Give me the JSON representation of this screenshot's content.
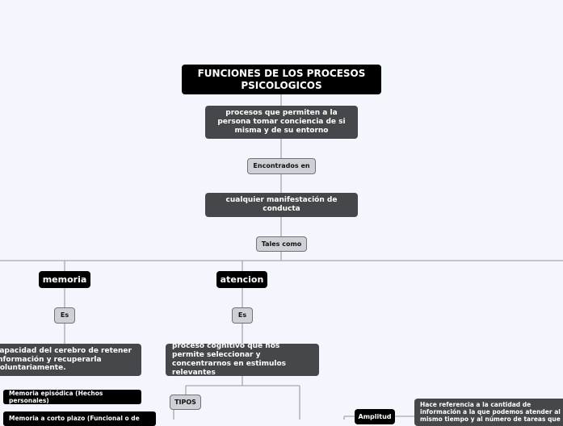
{
  "root": {
    "title": "FUNCIONES DE LOS PROCESOS PSICOLOGICOS"
  },
  "definition": "procesos que permiten a la persona tomar conciencia de si misma y de su entorno",
  "connector_found": "Encontrados en",
  "manifestation": "cualquier manifestación  de conducta",
  "connector_such": "Tales como",
  "memoria": {
    "label": "memoria",
    "connector": "Es",
    "definition": "capacidad del cerebro de retener información y recuperarla voluntariamente.",
    "types": [
      "Memoria episódica (Hechos personales)",
      "Memoria a corto plazo (Funcional o de"
    ]
  },
  "atencion": {
    "label": "atencion",
    "connector": "Es",
    "definition": "proceso cognitivo que nos permite seleccionar y concentrarnos en estimulos relevantes",
    "types_connector": "TIPOS",
    "amplitud": "Amplitud",
    "amplitud_note": "Hace referencia a la cantidad de información a la que podemos atender al mismo tiempo y al número de tareas que"
  },
  "colors": {
    "background": "#f4f6fd",
    "root": "#000000",
    "node": "#45484a",
    "connector": "#cdd0d4",
    "line": "#a6a8ac"
  }
}
